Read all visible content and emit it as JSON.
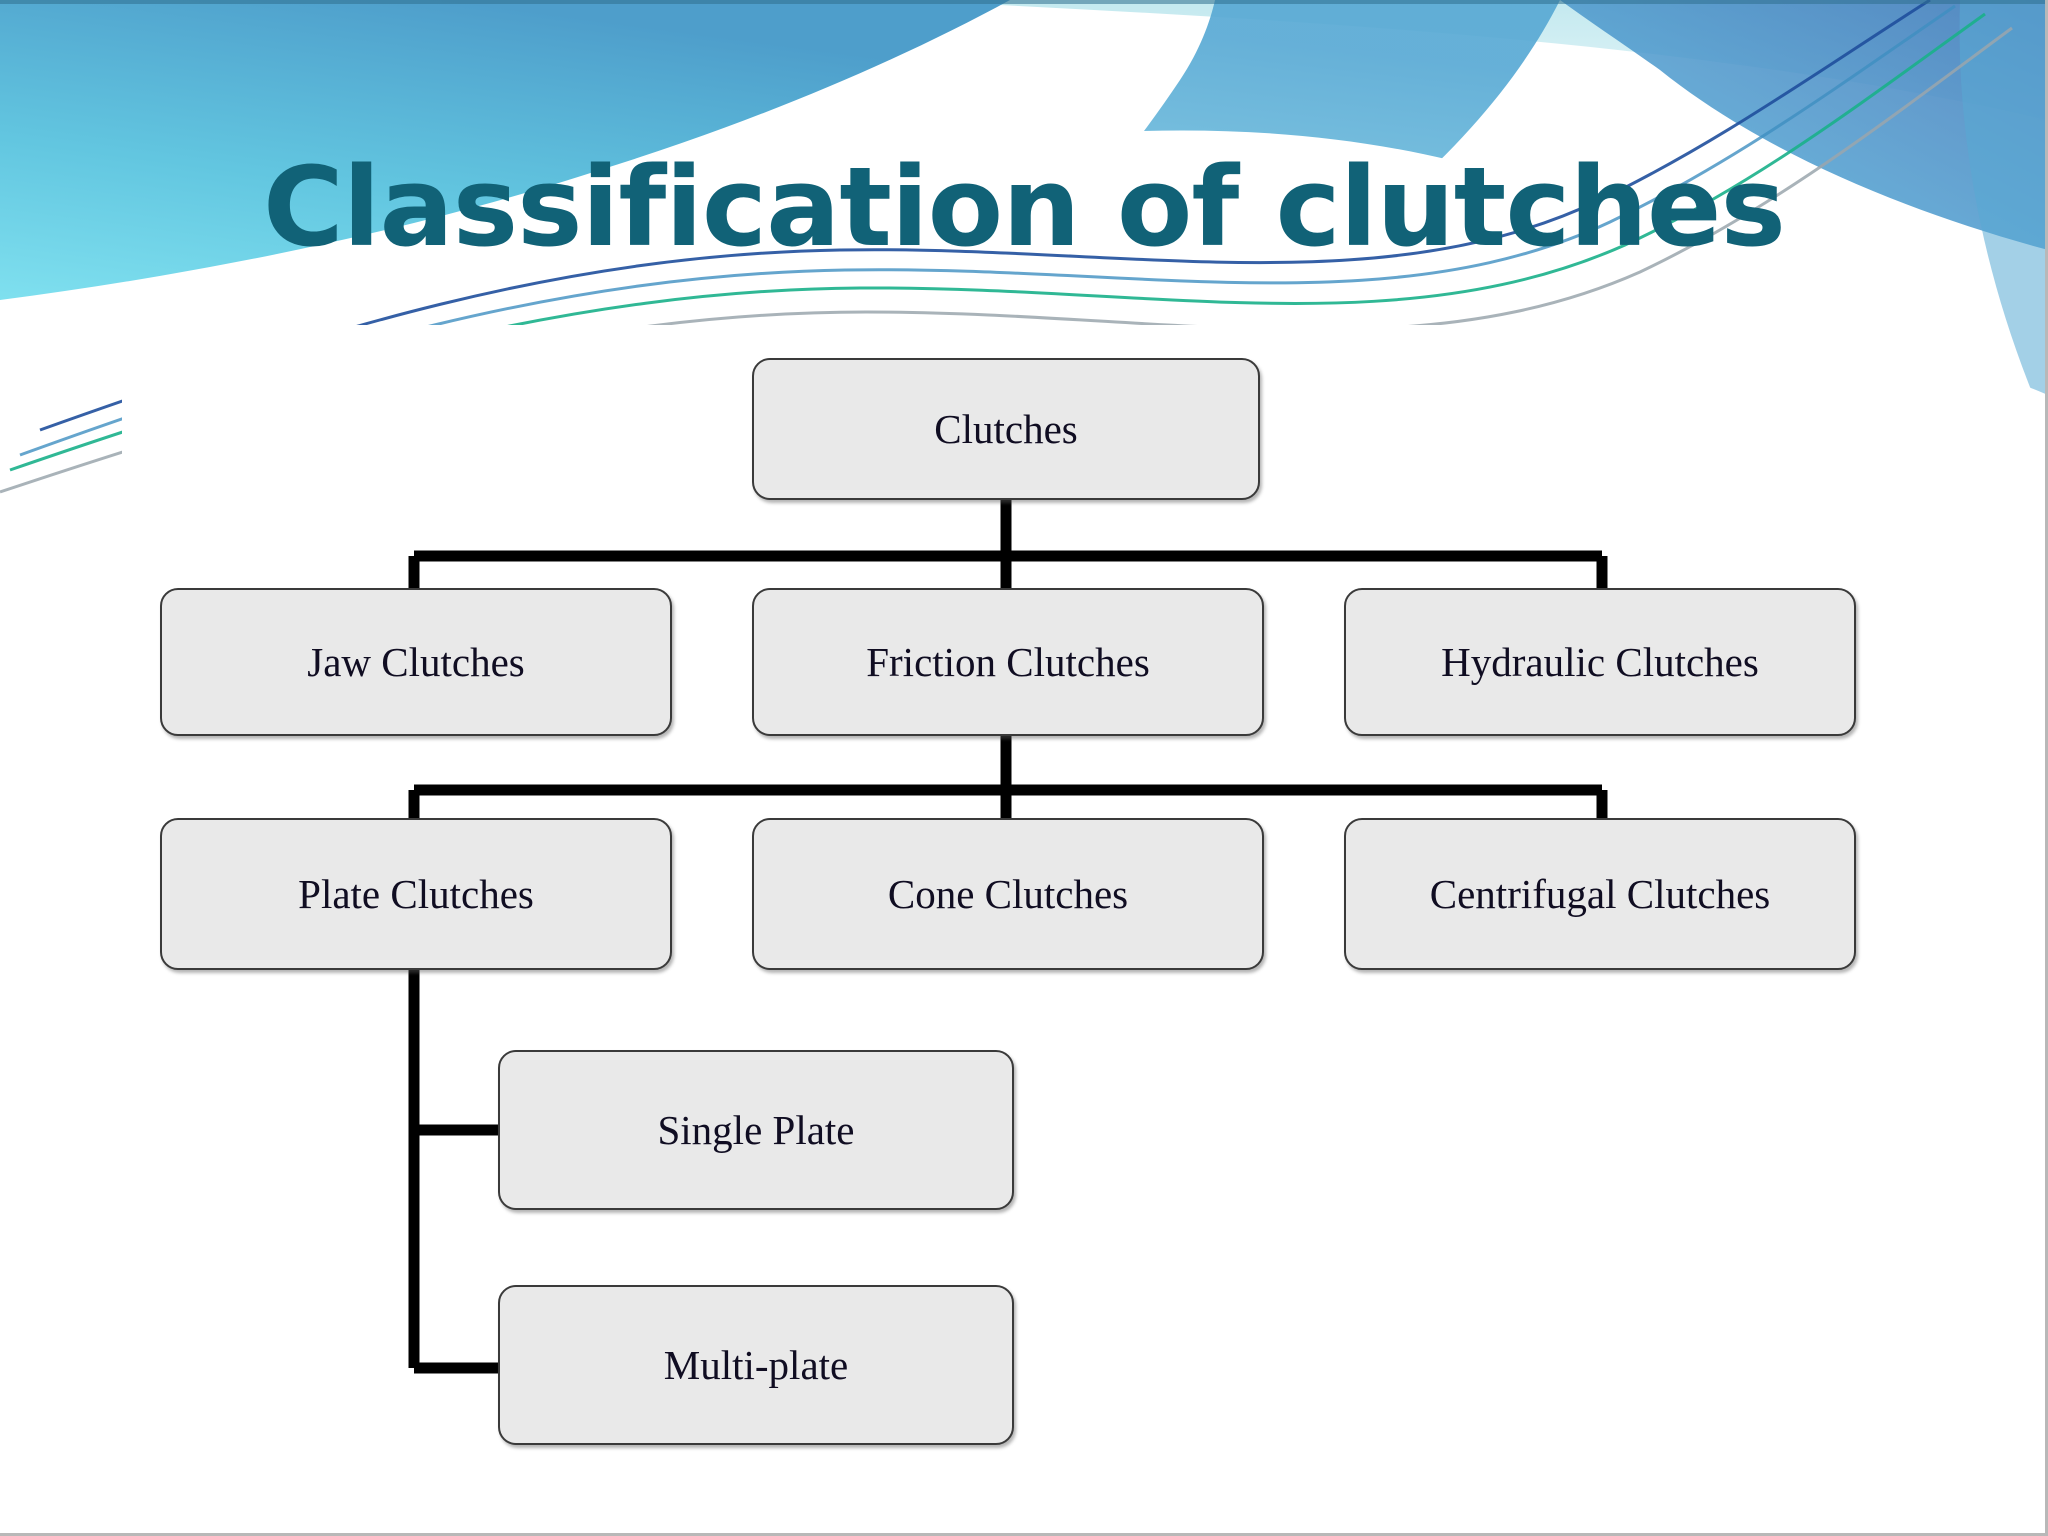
{
  "slide": {
    "title": "Classification of clutches",
    "title_color": "#116277",
    "background_color": "#ffffff",
    "panel_color": "#ffffff",
    "accent_colors": {
      "wave_cyan": "#6fd3e8",
      "wave_blue": "#4fa9d4",
      "wave_teal_line": "#1b8f9b",
      "wave_navy_line": "#1f4f9c",
      "wave_green_line": "#19b08a",
      "wave_gray_line": "#a9b0b5"
    }
  },
  "diagram": {
    "type": "tree",
    "node_fill": "#e9e9e9",
    "node_border": "#3a3a3a",
    "connector_color": "#000000",
    "nodes": {
      "clutches": "Clutches",
      "jaw_clutches": "Jaw Clutches",
      "friction_clutches": "Friction Clutches",
      "hydraulic_clutches": "Hydraulic Clutches",
      "plate_clutches": "Plate Clutches",
      "cone_clutches": "Cone Clutches",
      "centrifugal_clutches": "Centrifugal Clutches",
      "single_plate": "Single Plate",
      "multi_plate": "Multi-plate"
    },
    "levels": [
      {
        "level": 1,
        "items": [
          "Clutches"
        ]
      },
      {
        "level": 2,
        "items": [
          "Jaw Clutches",
          "Friction Clutches",
          "Hydraulic Clutches"
        ]
      },
      {
        "level": 3,
        "items": [
          "Plate Clutches",
          "Cone Clutches",
          "Centrifugal Clutches"
        ]
      },
      {
        "level": 4,
        "items": [
          "Single Plate",
          "Multi-plate"
        ]
      }
    ],
    "edges": [
      {
        "from": "Clutches",
        "to": "Jaw Clutches"
      },
      {
        "from": "Clutches",
        "to": "Friction Clutches"
      },
      {
        "from": "Clutches",
        "to": "Hydraulic Clutches"
      },
      {
        "from": "Friction Clutches",
        "to": "Plate Clutches"
      },
      {
        "from": "Friction Clutches",
        "to": "Cone Clutches"
      },
      {
        "from": "Friction Clutches",
        "to": "Centrifugal Clutches"
      },
      {
        "from": "Plate Clutches",
        "to": "Single Plate"
      },
      {
        "from": "Plate Clutches",
        "to": "Multi-plate"
      }
    ]
  }
}
